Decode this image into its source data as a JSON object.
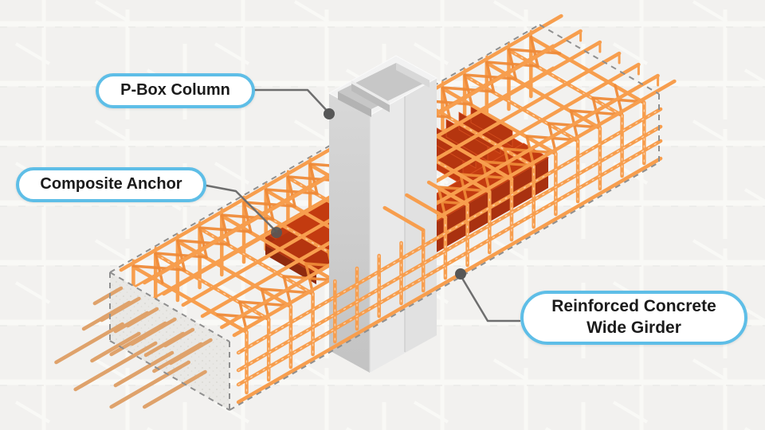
{
  "callouts": [
    {
      "name": "p-box-column",
      "label": "P-Box Column"
    },
    {
      "name": "composite-anchor",
      "label": "Composite Anchor"
    },
    {
      "name": "reinforced-concrete-wide-girder",
      "lines": [
        "Reinforced Concrete",
        "Wide Girder"
      ]
    }
  ],
  "colors": {
    "bg": "#F2F1EF",
    "mesh-light": "#FAFAF8",
    "orange": "#F79E4E",
    "orange-deep": "#EE8A38",
    "stub": "#DFA26B",
    "red-top": "#C33B10",
    "red-front": "#A93110",
    "red-dark": "#8F2A0E",
    "rib-red": "#B5350F",
    "red-edge": "#D8501F",
    "col-left": "#CFCFCF",
    "col-right": "#E9E9E9",
    "col-top": "#F2F2F2",
    "concrete": "#E9E8E5",
    "dash": "#8F8F8F",
    "line": "#6E6E6E",
    "dot": "#575757",
    "pill-border": "#5EBEE7",
    "ink": "#1B1B1B"
  }
}
